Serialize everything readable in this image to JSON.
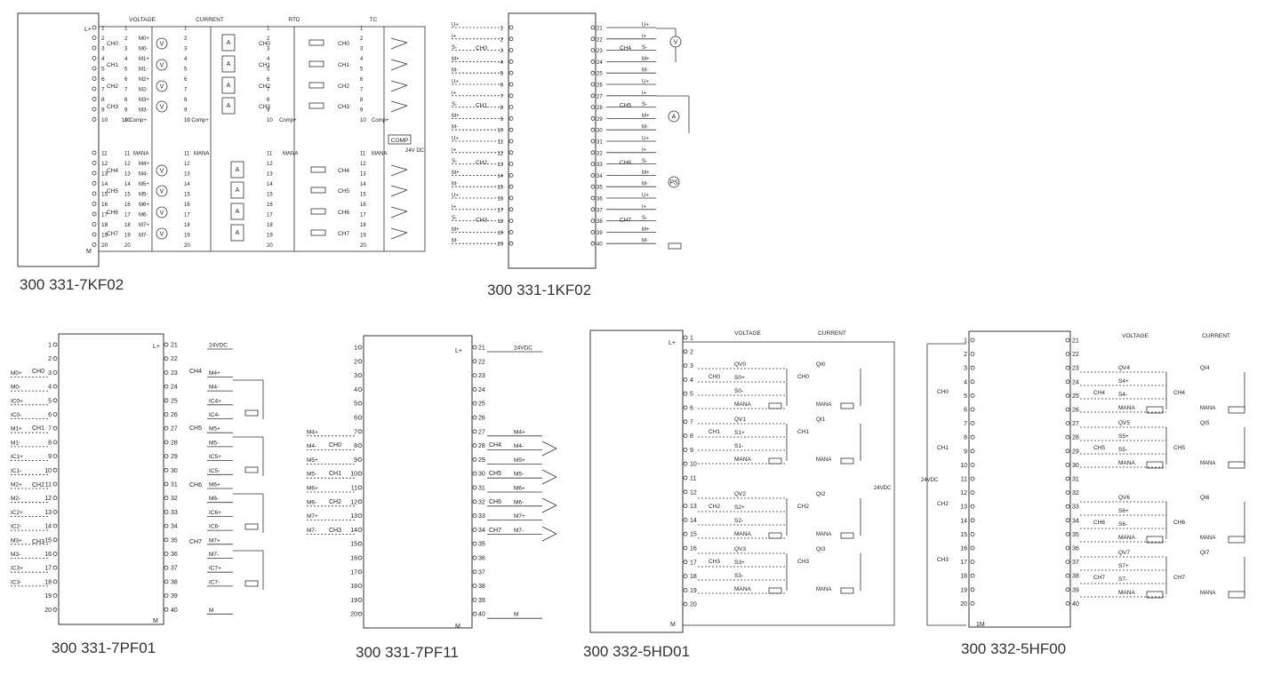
{
  "modules": [
    {
      "caption": "300 331-7KF02",
      "headers": [
        "VOLTAGE",
        "CURRENT",
        "RTD",
        "TC"
      ],
      "top_label": "L+",
      "bottom_label": "M",
      "terminals": [
        "1",
        "2",
        "3",
        "4",
        "5",
        "6",
        "7",
        "8",
        "9",
        "10",
        "11",
        "12",
        "13",
        "14",
        "15",
        "16",
        "17",
        "18",
        "19",
        "20"
      ],
      "groups_upper": [
        "CH0",
        "CH1",
        "CH2",
        "CH3"
      ],
      "groups_lower": [
        "CH4",
        "CH5",
        "CH6",
        "CH7"
      ],
      "voltage_signals": [
        "M0+",
        "M0-",
        "M1+",
        "M1-",
        "M2+",
        "M2-",
        "M3+",
        "M3-"
      ],
      "voltage_signals_lower": [
        "M4+",
        "M4-",
        "M5+",
        "M5-",
        "M6+",
        "M6-",
        "M7+",
        "M7-"
      ],
      "comp": "Comp+",
      "mana": "MANA",
      "comp_box": "COMP",
      "supply": "24V DC"
    },
    {
      "caption": "300 331-1KF02",
      "left_terminals": [
        "U+",
        "I+",
        "S-",
        "M+",
        "M-",
        "U+",
        "I+",
        "S-",
        "M+",
        "M-",
        "U+",
        "I+",
        "S-",
        "M+",
        "M-",
        "U+",
        "I+",
        "S-",
        "M+",
        "M-"
      ],
      "left_groups": [
        "CH0",
        "CH1",
        "CH2",
        "CH3"
      ],
      "right_terminals": [
        "U+",
        "I+",
        "S-",
        "M+",
        "M-",
        "U+",
        "I+",
        "S-",
        "M+",
        "M-",
        "U+",
        "I+",
        "S-",
        "M+",
        "M-",
        "U+",
        "I+",
        "S-",
        "M+",
        "M-"
      ],
      "right_groups": [
        "CH4",
        "CH5",
        "CH6",
        "CH7"
      ],
      "pins_left": [
        "1",
        "2",
        "3",
        "4",
        "5",
        "6",
        "7",
        "8",
        "9",
        "10",
        "11",
        "12",
        "13",
        "14",
        "15",
        "16",
        "17",
        "18",
        "19",
        "20"
      ],
      "pins_right": [
        "21",
        "22",
        "23",
        "24",
        "25",
        "26",
        "27",
        "28",
        "29",
        "30",
        "31",
        "32",
        "33",
        "34",
        "35",
        "36",
        "37",
        "38",
        "39",
        "40"
      ],
      "symbols": [
        "V",
        "A",
        "PS"
      ]
    },
    {
      "caption": "300 331-7PF01",
      "pins_left": [
        "1",
        "2",
        "3",
        "4",
        "5",
        "6",
        "7",
        "8",
        "9",
        "10",
        "11",
        "12",
        "13",
        "14",
        "15",
        "16",
        "17",
        "18",
        "19",
        "20"
      ],
      "pins_right": [
        "21",
        "22",
        "23",
        "24",
        "25",
        "26",
        "27",
        "28",
        "29",
        "30",
        "31",
        "32",
        "33",
        "34",
        "35",
        "36",
        "37",
        "38",
        "39",
        "40"
      ],
      "left_signals": [
        "",
        "",
        "M0+",
        "M0-",
        "IC0+",
        "IC0-",
        "M1+",
        "M1-",
        "IC1+",
        "IC1-",
        "M2+",
        "M2-",
        "IC2+",
        "IC2-",
        "M3+",
        "M3-",
        "IC3+",
        "IC3-",
        "",
        ""
      ],
      "left_groups": [
        "CH0",
        "CH1",
        "CH2",
        "CH3"
      ],
      "right_signals": [
        "24VDC",
        "",
        "M4+",
        "M4-",
        "IC4+",
        "IC4-",
        "M5+",
        "M5-",
        "IC5+",
        "IC5-",
        "M6+",
        "M6-",
        "IC6+",
        "IC6-",
        "M7+",
        "M7-",
        "IC7+",
        "IC7-",
        "",
        "M"
      ],
      "right_groups": [
        "CH4",
        "CH5",
        "CH6",
        "CH7"
      ],
      "top_label": "L+",
      "bottom_label": "M"
    },
    {
      "caption": "300 331-7PF11",
      "pins_left": [
        "1",
        "2",
        "3",
        "4",
        "5",
        "6",
        "7",
        "8",
        "9",
        "10",
        "11",
        "12",
        "13",
        "14",
        "15",
        "16",
        "17",
        "18",
        "19",
        "20"
      ],
      "pins_right": [
        "21",
        "22",
        "23",
        "24",
        "25",
        "26",
        "27",
        "28",
        "29",
        "30",
        "31",
        "32",
        "33",
        "34",
        "35",
        "36",
        "37",
        "38",
        "39",
        "40"
      ],
      "left_signals": [
        "",
        "",
        "",
        "",
        "",
        "",
        "M4+",
        "M4-",
        "M5+",
        "M5-",
        "M6+",
        "M6-",
        "M7+",
        "M7-",
        "",
        "",
        "",
        "",
        "",
        ""
      ],
      "left_groups": [
        "CH0",
        "CH1",
        "CH2",
        "CH3"
      ],
      "right_signals": [
        "24VDC",
        "",
        "",
        "",
        "",
        "",
        "M4+",
        "M4-",
        "M5+",
        "M5-",
        "M6+",
        "M6-",
        "M7+",
        "M7-",
        "",
        "",
        "",
        "",
        "",
        "M"
      ],
      "right_groups": [
        "CH4",
        "CH5",
        "CH6",
        "CH7"
      ],
      "top_label": "L+",
      "bottom_label": "M"
    },
    {
      "caption": "300 332-5HD01",
      "headers": [
        "VOLTAGE",
        "CURRENT"
      ],
      "pins": [
        "1",
        "2",
        "3",
        "4",
        "5",
        "6",
        "7",
        "8",
        "9",
        "10",
        "11",
        "12",
        "13",
        "14",
        "15",
        "16",
        "17",
        "18",
        "19",
        "20"
      ],
      "top_label": "L+",
      "bottom_label": "M",
      "voltage_labels": [
        "QV0",
        "S0+",
        "S0-",
        "MANA",
        "QV1",
        "S1+",
        "S1-",
        "MANA",
        "QV2",
        "S2+",
        "S2-",
        "MANA",
        "QV3",
        "S3+",
        "S3-",
        "MANA"
      ],
      "current_labels": [
        "QI0",
        "QI1",
        "QI2",
        "QI3"
      ],
      "groups": [
        "CH0",
        "CH1",
        "CH2",
        "CH3"
      ],
      "supply": "24VDC"
    },
    {
      "caption": "300 332-5HF00",
      "headers": [
        "VOLTAGE",
        "CURRENT"
      ],
      "pins_left": [
        "1",
        "2",
        "3",
        "4",
        "5",
        "6",
        "7",
        "8",
        "9",
        "10",
        "11",
        "12",
        "13",
        "14",
        "15",
        "16",
        "17",
        "18",
        "19",
        "20"
      ],
      "pins_right": [
        "21",
        "22",
        "23",
        "24",
        "25",
        "26",
        "27",
        "28",
        "29",
        "30",
        "31",
        "32",
        "33",
        "34",
        "35",
        "36",
        "37",
        "38",
        "39",
        "40"
      ],
      "left_groups": [
        "CH0",
        "CH1",
        "CH2",
        "CH3"
      ],
      "right_groups": [
        "CH4",
        "CH5",
        "CH6",
        "CH7"
      ],
      "voltage_labels": [
        "QV4",
        "S4+",
        "S4-",
        "MANA",
        "QV5",
        "S5+",
        "S5-",
        "MANA",
        "QV6",
        "S6+",
        "S6-",
        "MANA",
        "QV7",
        "S7+",
        "S7-",
        "MANA"
      ],
      "current_labels": [
        "QI4",
        "QI5",
        "QI6",
        "QI7"
      ],
      "bottom_label": "1M",
      "supply": "24VDC"
    }
  ]
}
